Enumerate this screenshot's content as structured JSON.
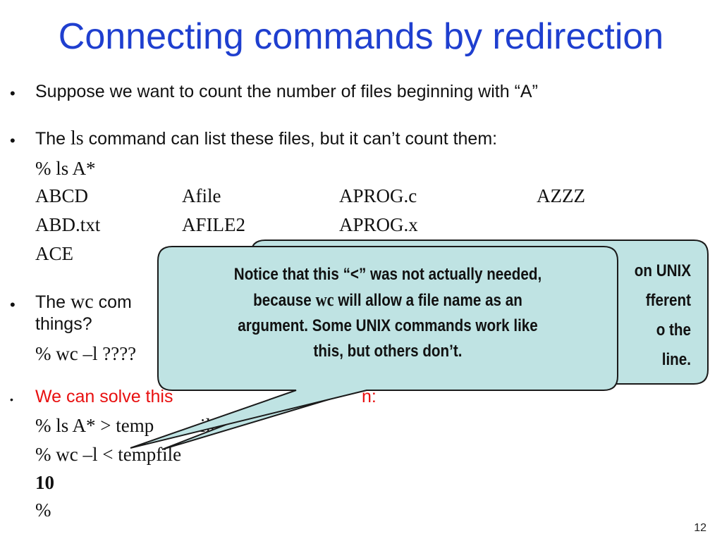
{
  "title": "Connecting commands by redirection",
  "bullet_glyph": "•",
  "bullets": {
    "b1": "Suppose we want to count the number of files beginning with “A”",
    "b2_prefix": "The ",
    "b2_cmd": "ls",
    "b2_suffix": " command can list these files, but it can’t count them:",
    "b3_prefix": "The ",
    "b3_cmd": "wc",
    "b3_visible": " com",
    "b3_line2": "things?",
    "b4_visible": "We can solve this",
    "b4_tail": "n:"
  },
  "listing": {
    "cmd": "% ls A*",
    "rows": [
      [
        "ABCD",
        "Afile",
        "APROG.c",
        "AZZZ"
      ],
      [
        "ABD.txt",
        "AFILE2",
        "APROG.x",
        ""
      ],
      [
        "ACE",
        "",
        "",
        ""
      ]
    ]
  },
  "wc_cmd_partial": "% wc –l ????",
  "solution": {
    "line1_visible": "% ls A* > temp",
    "line1_tail": "ile",
    "line2": "% wc –l < tempfile",
    "result": "10",
    "prompt": "%"
  },
  "callout_back": {
    "lines": [
      "on UNIX",
      "fferent",
      "o the",
      "line."
    ]
  },
  "callout_front": {
    "line1": "Notice that this “<” was not actually needed,",
    "line2_prefix": "because ",
    "line2_code": "wc",
    "line2_suffix": " will allow a file name as an",
    "line3": "argument. Some UNIX commands work like",
    "line4": "this, but others don’t."
  },
  "page_number": "12",
  "colors": {
    "title": "#1f3fcf",
    "accent_red": "#e81010",
    "callout_fill": "#bfe3e3",
    "callout_stroke": "#1a1a1a"
  }
}
